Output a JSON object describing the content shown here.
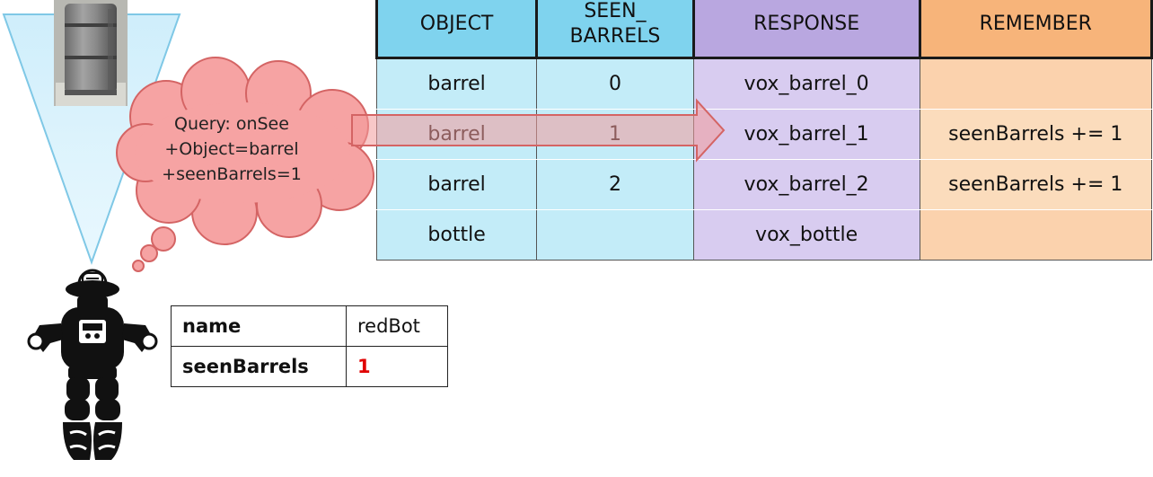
{
  "rules_table": {
    "headers": {
      "object": "OBJECT",
      "seen_barrels_line1": "SEEN_",
      "seen_barrels_line2": "BARRELS",
      "response": "RESPONSE",
      "remember": "REMEMBER"
    },
    "rows": [
      {
        "object": "barrel",
        "seen_barrels": "0",
        "response": "vox_barrel_0",
        "remember": ""
      },
      {
        "object": "barrel",
        "seen_barrels": "1",
        "response": "vox_barrel_1",
        "remember": "seenBarrels += 1"
      },
      {
        "object": "barrel",
        "seen_barrels": "2",
        "response": "vox_barrel_2",
        "remember": "seenBarrels += 1"
      },
      {
        "object": "bottle",
        "seen_barrels": "",
        "response": "vox_bottle",
        "remember": ""
      }
    ]
  },
  "query": {
    "line1": "Query: onSee",
    "line2": "+Object=barrel",
    "line3": "+seenBarrels=1"
  },
  "state_table": {
    "rows": [
      {
        "key": "name",
        "value": "redBot",
        "highlight": false
      },
      {
        "key": "seenBarrels",
        "value": "1",
        "highlight": true
      }
    ]
  },
  "colors": {
    "cyan_header": "#7fd3ee",
    "purple_header": "#b9a7e0",
    "orange_header": "#f7b47a",
    "cloud_fill": "#f6a3a3",
    "highlight_value": "#e00000"
  },
  "icons": {
    "robot": "robot-icon",
    "barrel_photo": "barrel-image",
    "vision_cone": "vision-cone",
    "thought_cloud": "thought-cloud",
    "match_arrow": "match-arrow"
  }
}
